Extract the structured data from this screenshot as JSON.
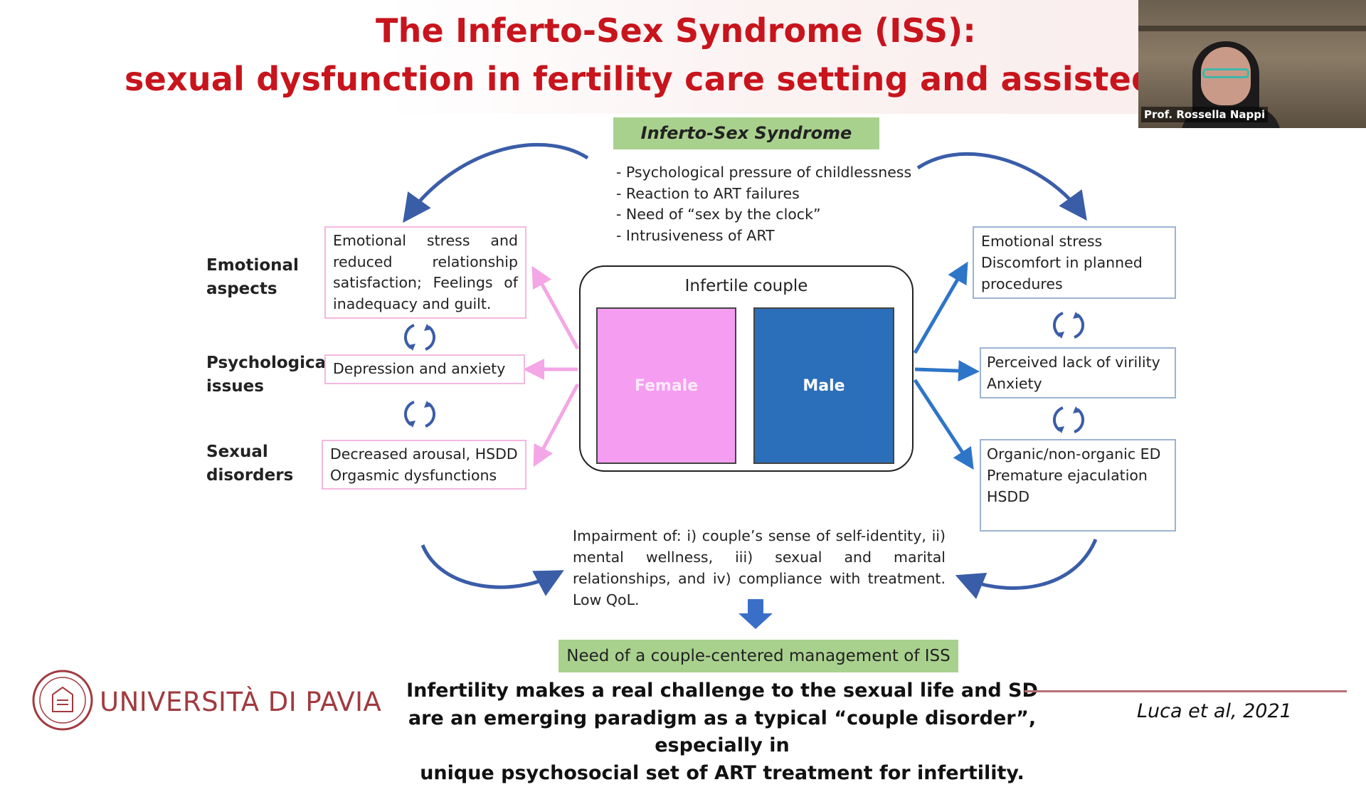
{
  "slide": {
    "title_line1": "The Inferto-Sex Syndrome (ISS):",
    "title_line2": "sexual dysfunction in fertility care setting and assisted reprod"
  },
  "webcam": {
    "name": "Prof. Rossella Nappi"
  },
  "diagram": {
    "header": "Inferto-Sex Syndrome",
    "causes": [
      "- Psychological pressure of childlessness",
      "- Reaction to ART failures",
      "- Need of “sex by the clock”",
      "- Intrusiveness of ART"
    ],
    "row_labels": {
      "emotional_line1": "Emotional",
      "emotional_line2": "aspects",
      "psych_line1": "Psychological",
      "psych_line2": "issues",
      "sexual_line1": "Sexual",
      "sexual_line2": "disorders"
    },
    "female_boxes": {
      "emotional_l1": "Emotional stress and",
      "emotional_l2": "reduced relationship",
      "emotional_l3": "satisfaction; Feelings of",
      "emotional_l4": "inadequacy and guilt.",
      "psychological": "Depression and anxiety",
      "sexual_l1": "Decreased arousal, HSDD",
      "sexual_l2": "Orgasmic dysfunctions"
    },
    "male_boxes": {
      "emotional_l1": "Emotional stress",
      "emotional_l2": "Discomfort  in planned",
      "emotional_l3": "procedures",
      "psychological_l1": "Perceived lack of virility",
      "psychological_l2": "Anxiety",
      "sexual_l1": "Organic/non-organic ED",
      "sexual_l2": "Premature ejaculation",
      "sexual_l3": "HSDD"
    },
    "couple": {
      "title": "Infertile couple",
      "female": "Female",
      "male": "Male"
    },
    "impairment": {
      "l1": "Impairment of: i) couple’s sense of self-identity, ii)",
      "l2": "mental wellness, iii) sexual and marital",
      "l3": "relationships, and iv) compliance with treatment.",
      "l4": "Low QoL."
    },
    "conclusion": "Need of a couple-centered management of ISS",
    "colors": {
      "female": "#f59df1",
      "male": "#2b6fba",
      "green": "#a9d18e",
      "arrow_blue": "#3a5da8",
      "arrow_pink": "#f4a6e6"
    }
  },
  "footer": {
    "line1": "Infertility makes a real challenge to the sexual life and SD",
    "line2": "are an emerging paradigm as a typical “couple disorder”, especially in",
    "line3": "unique psychosocial set of ART treatment for infertility.",
    "citation": "Luca et al, 2021",
    "university": "UNIVERSITÀ DI PAVIA",
    "title_color": "#c8141c"
  }
}
